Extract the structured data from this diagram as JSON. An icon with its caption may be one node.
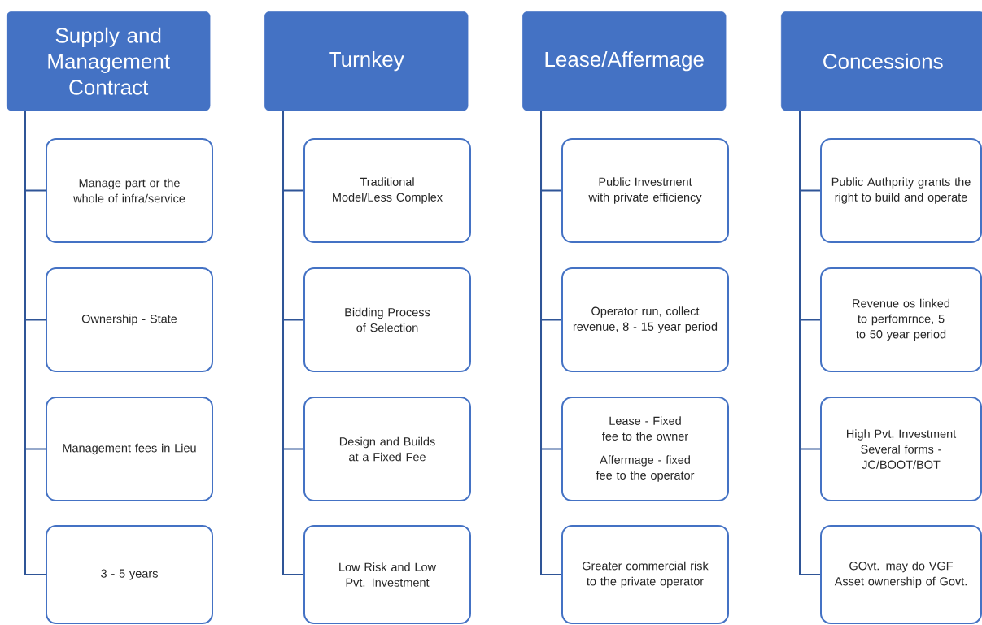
{
  "diagram": {
    "nodes": [
      {
        "text": [
          "Supply and Management Contract"
        ]
      },
      {
        "text": [
          "Manage part or the whole of infra/service"
        ]
      },
      {
        "text": [
          "Ownership - State"
        ]
      },
      {
        "text": [
          "Management fees in Lieu"
        ]
      },
      {
        "text": [
          "3 - 5 years"
        ]
      },
      {
        "text": [
          "Turnkey"
        ]
      },
      {
        "text": [
          "Traditional Model/Less Complex"
        ]
      },
      {
        "text": [
          "Bidding Process of Selection"
        ]
      },
      {
        "text": [
          "Design and Builds at a Fixed Fee"
        ]
      },
      {
        "text": [
          "Low Risk and Low Pvt. Investment"
        ]
      },
      {
        "text": [
          "Lease/Affermage"
        ]
      },
      {
        "text": [
          "Public Investment with private efficiency"
        ]
      },
      {
        "text": [
          "Operator run, collect revenue, 8 - 15 year period"
        ]
      },
      {
        "text": [
          "Lease - Fixed fee to the owner",
          "Affermage - fixed fee to the operator"
        ]
      },
      {
        "text": [
          "Greater commercial risk to the private operator"
        ]
      },
      {
        "text": [
          "Concessions"
        ]
      },
      {
        "text": [
          "Public Authprity grants the right to build and operate"
        ]
      },
      {
        "text": [
          "Revenue os linked to perfomrnce, 5 to 50 year period"
        ]
      },
      {
        "text": [
          "High Pvt, Investment Several forms - JC/BOOT/BOT"
        ]
      },
      {
        "text": [
          "GOvt. may do VGF Asset ownership of Govt."
        ]
      }
    ],
    "edges": [
      {
        "from": 0,
        "to": 1,
        "arrow": "none"
      },
      {
        "from": 0,
        "to": 2,
        "arrow": "none"
      },
      {
        "from": 0,
        "to": 3,
        "arrow": "none"
      },
      {
        "from": 0,
        "to": 4,
        "arrow": "none"
      },
      {
        "from": 5,
        "to": 6,
        "arrow": "none"
      },
      {
        "from": 5,
        "to": 7,
        "arrow": "none"
      },
      {
        "from": 5,
        "to": 8,
        "arrow": "none"
      },
      {
        "from": 5,
        "to": 9,
        "arrow": "none"
      },
      {
        "from": 10,
        "to": 11,
        "arrow": "none"
      },
      {
        "from": 10,
        "to": 12,
        "arrow": "none"
      },
      {
        "from": 10,
        "to": 13,
        "arrow": "none"
      },
      {
        "from": 10,
        "to": 14,
        "arrow": "none"
      },
      {
        "from": 15,
        "to": 16,
        "arrow": "none"
      },
      {
        "from": 15,
        "to": 17,
        "arrow": "none"
      },
      {
        "from": 15,
        "to": 18,
        "arrow": "none"
      },
      {
        "from": 15,
        "to": 19,
        "arrow": "none"
      }
    ]
  }
}
